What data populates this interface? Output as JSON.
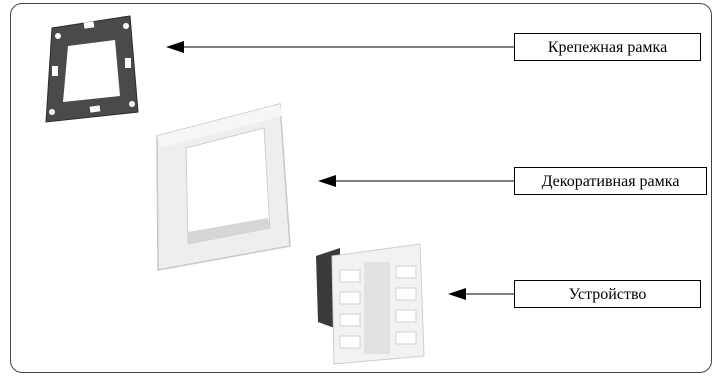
{
  "labels": {
    "mount_frame": "Крепежная рамка",
    "decorative_frame": "Декоративная рамка",
    "device": "Устройство"
  },
  "colors": {
    "mount_frame": "#4a4a4a",
    "decorative_frame": "#eeeeee",
    "device_body": "#f2f2f2",
    "device_back": "#3a3a3a",
    "arrow": "#000000"
  }
}
